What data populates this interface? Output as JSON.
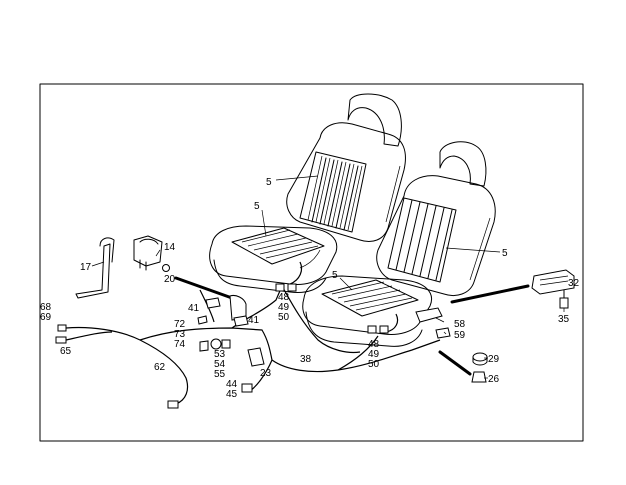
{
  "diagram": {
    "labels": {
      "l5a": "5",
      "l5b": "5",
      "l5c": "5",
      "l5d": "5",
      "l14": "14",
      "l17": "17",
      "l20": "20",
      "l32": "32",
      "l35": "35",
      "l68": "68",
      "l69": "69",
      "l65": "65",
      "l41a": "41",
      "l41b": "41",
      "l72": "72",
      "l73": "73",
      "l74": "74",
      "l53": "53",
      "l54": "54",
      "l55": "55",
      "l23": "23",
      "l44": "44",
      "l45": "45",
      "l62": "62",
      "l38": "38",
      "l48a": "48",
      "l49a": "49",
      "l50a": "50",
      "l48b": "48",
      "l49b": "49",
      "l50b": "50",
      "l58": "58",
      "l59": "59",
      "l29": "29",
      "l26": "26"
    }
  }
}
